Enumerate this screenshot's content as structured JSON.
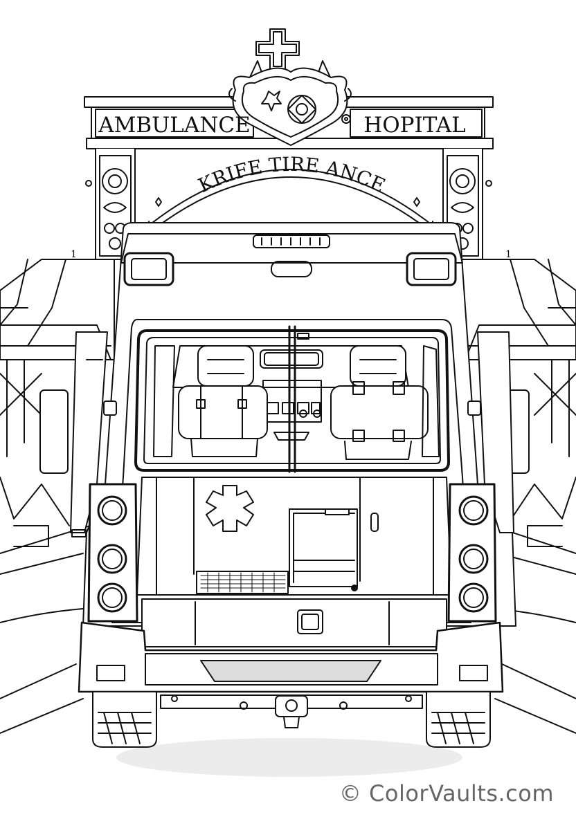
{
  "sign": {
    "left": "AMBULANCE",
    "right": "HOPITAL",
    "arch": "KRIFE TIRE ANCE",
    "pillar_number_left": "1",
    "pillar_number_right": "1"
  },
  "watermark": "© ColorVaults.com",
  "colors": {
    "line": "#111111",
    "background": "#ffffff",
    "shadow": "#ececec",
    "watermark": "#666666"
  }
}
